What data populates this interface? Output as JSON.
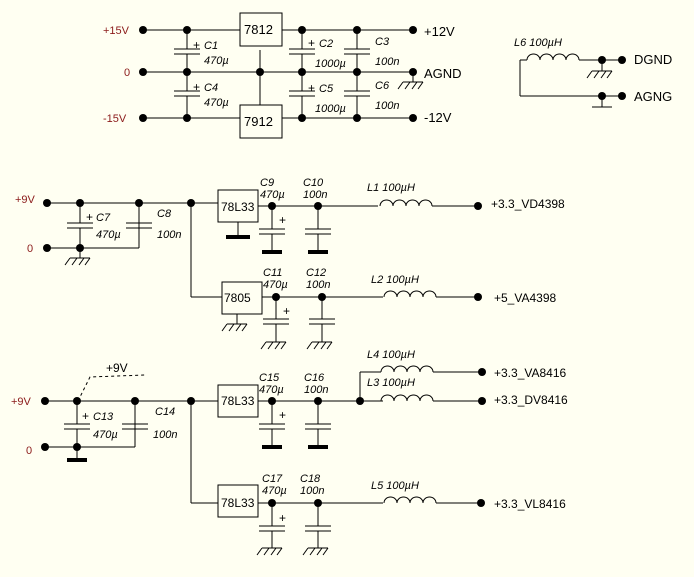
{
  "colors": {
    "background": "#fffff2",
    "wire": "#000000",
    "input_label": "#8b1a1a"
  },
  "top": {
    "inputs": {
      "pos": "+15V",
      "zero": "0",
      "neg": "-15V"
    },
    "reg_pos": "7812",
    "reg_neg": "7912",
    "c1": {
      "name": "C1",
      "value": "470µ"
    },
    "c4": {
      "name": "C4",
      "value": "470µ"
    },
    "c2": {
      "name": "C2",
      "value": "1000µ"
    },
    "c5": {
      "name": "C5",
      "value": "1000µ"
    },
    "c3": {
      "name": "C3",
      "value": "100n"
    },
    "c6": {
      "name": "C6",
      "value": "100n"
    },
    "outputs": {
      "pos": "+12V",
      "gnd": "AGND",
      "neg": "-12V"
    },
    "l6": "L6  100µH",
    "dgnd": "DGND",
    "agng": "AGNG",
    "plus": "+"
  },
  "mid": {
    "inputs": {
      "pos": "+9V",
      "zero": "0"
    },
    "c7": {
      "name": "C7",
      "value": "470µ"
    },
    "c8": {
      "name": "C8",
      "value": "100n"
    },
    "reg1": "78L33",
    "c9": {
      "name": "C9",
      "value": "470µ"
    },
    "c10": {
      "name": "C10",
      "value": "100n"
    },
    "l1": "L1  100µH",
    "out1": "+3.3_VD4398",
    "reg2": "7805",
    "c11": {
      "name": "C11",
      "value": "470µ"
    },
    "c12": {
      "name": "C12",
      "value": "100n"
    },
    "l2": "L2  100µH",
    "out2": "+5_VA4398"
  },
  "bot": {
    "inputs": {
      "pos": "+9V",
      "zero": "0"
    },
    "net_label": "+9V",
    "c13": {
      "name": "C13",
      "value": "470µ"
    },
    "c14": {
      "name": "C14",
      "value": "100n"
    },
    "reg1": "78L33",
    "c15": {
      "name": "C15",
      "value": "470µ"
    },
    "c16": {
      "name": "C16",
      "value": "100n"
    },
    "l4": "L4  100µH",
    "l3": "L3  100µH",
    "out_va": "+3.3_VA8416",
    "out_dv": "+3.3_DV8416",
    "reg2": "78L33",
    "c17": {
      "name": "C17",
      "value": "470µ"
    },
    "c18": {
      "name": "C18",
      "value": "100n"
    },
    "l5": "L5  100µH",
    "out_vl": "+3.3_VL8416"
  }
}
